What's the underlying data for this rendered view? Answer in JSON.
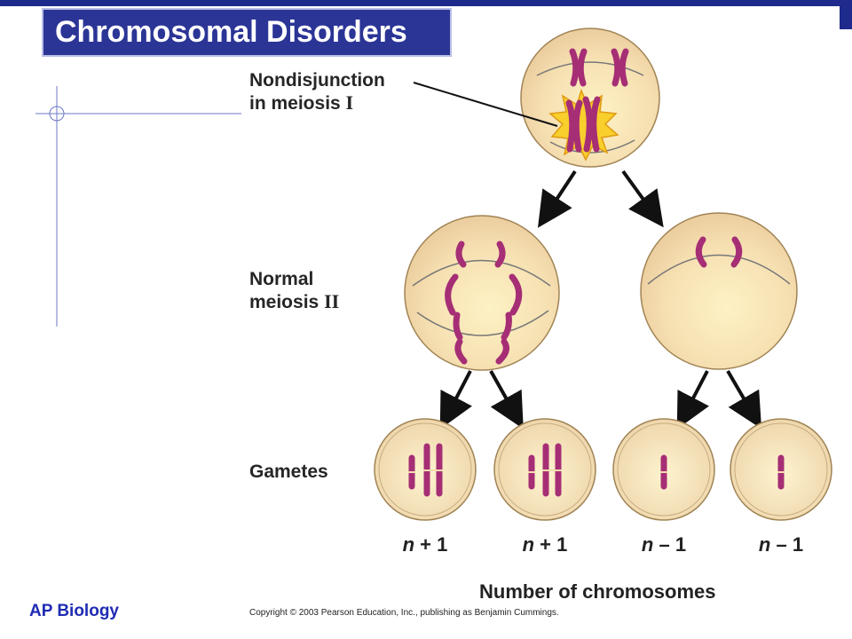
{
  "slide": {
    "title": "Chromosomal Disorders",
    "course": "AP Biology",
    "copyright": "Copyright © 2003 Pearson Education, Inc., publishing as Benjamin Cummings."
  },
  "diagram": {
    "labels": {
      "nondisjunction_line1": "Nondisjunction",
      "nondisjunction_line2": "in meiosis",
      "nondisjunction_roman": "I",
      "normal_line1": "Normal",
      "normal_line2": "meiosis",
      "normal_roman": "II",
      "gametes": "Gametes",
      "axis_title": "Number of chromosomes"
    },
    "gamete_counts": [
      {
        "n": "n",
        "op": "+",
        "v": "1"
      },
      {
        "n": "n",
        "op": "+",
        "v": "1"
      },
      {
        "n": "n",
        "op": "–",
        "v": "1"
      },
      {
        "n": "n",
        "op": "–",
        "v": "1"
      }
    ],
    "colors": {
      "cell_fill": "#f4dcae",
      "cell_stroke": "#8a6d3b",
      "chromosome": "#b0307a",
      "chromosome_dark": "#6d1447",
      "burst": "#f7c51e",
      "title_bg": "#2b3596",
      "accent": "#1e2a8c"
    }
  }
}
